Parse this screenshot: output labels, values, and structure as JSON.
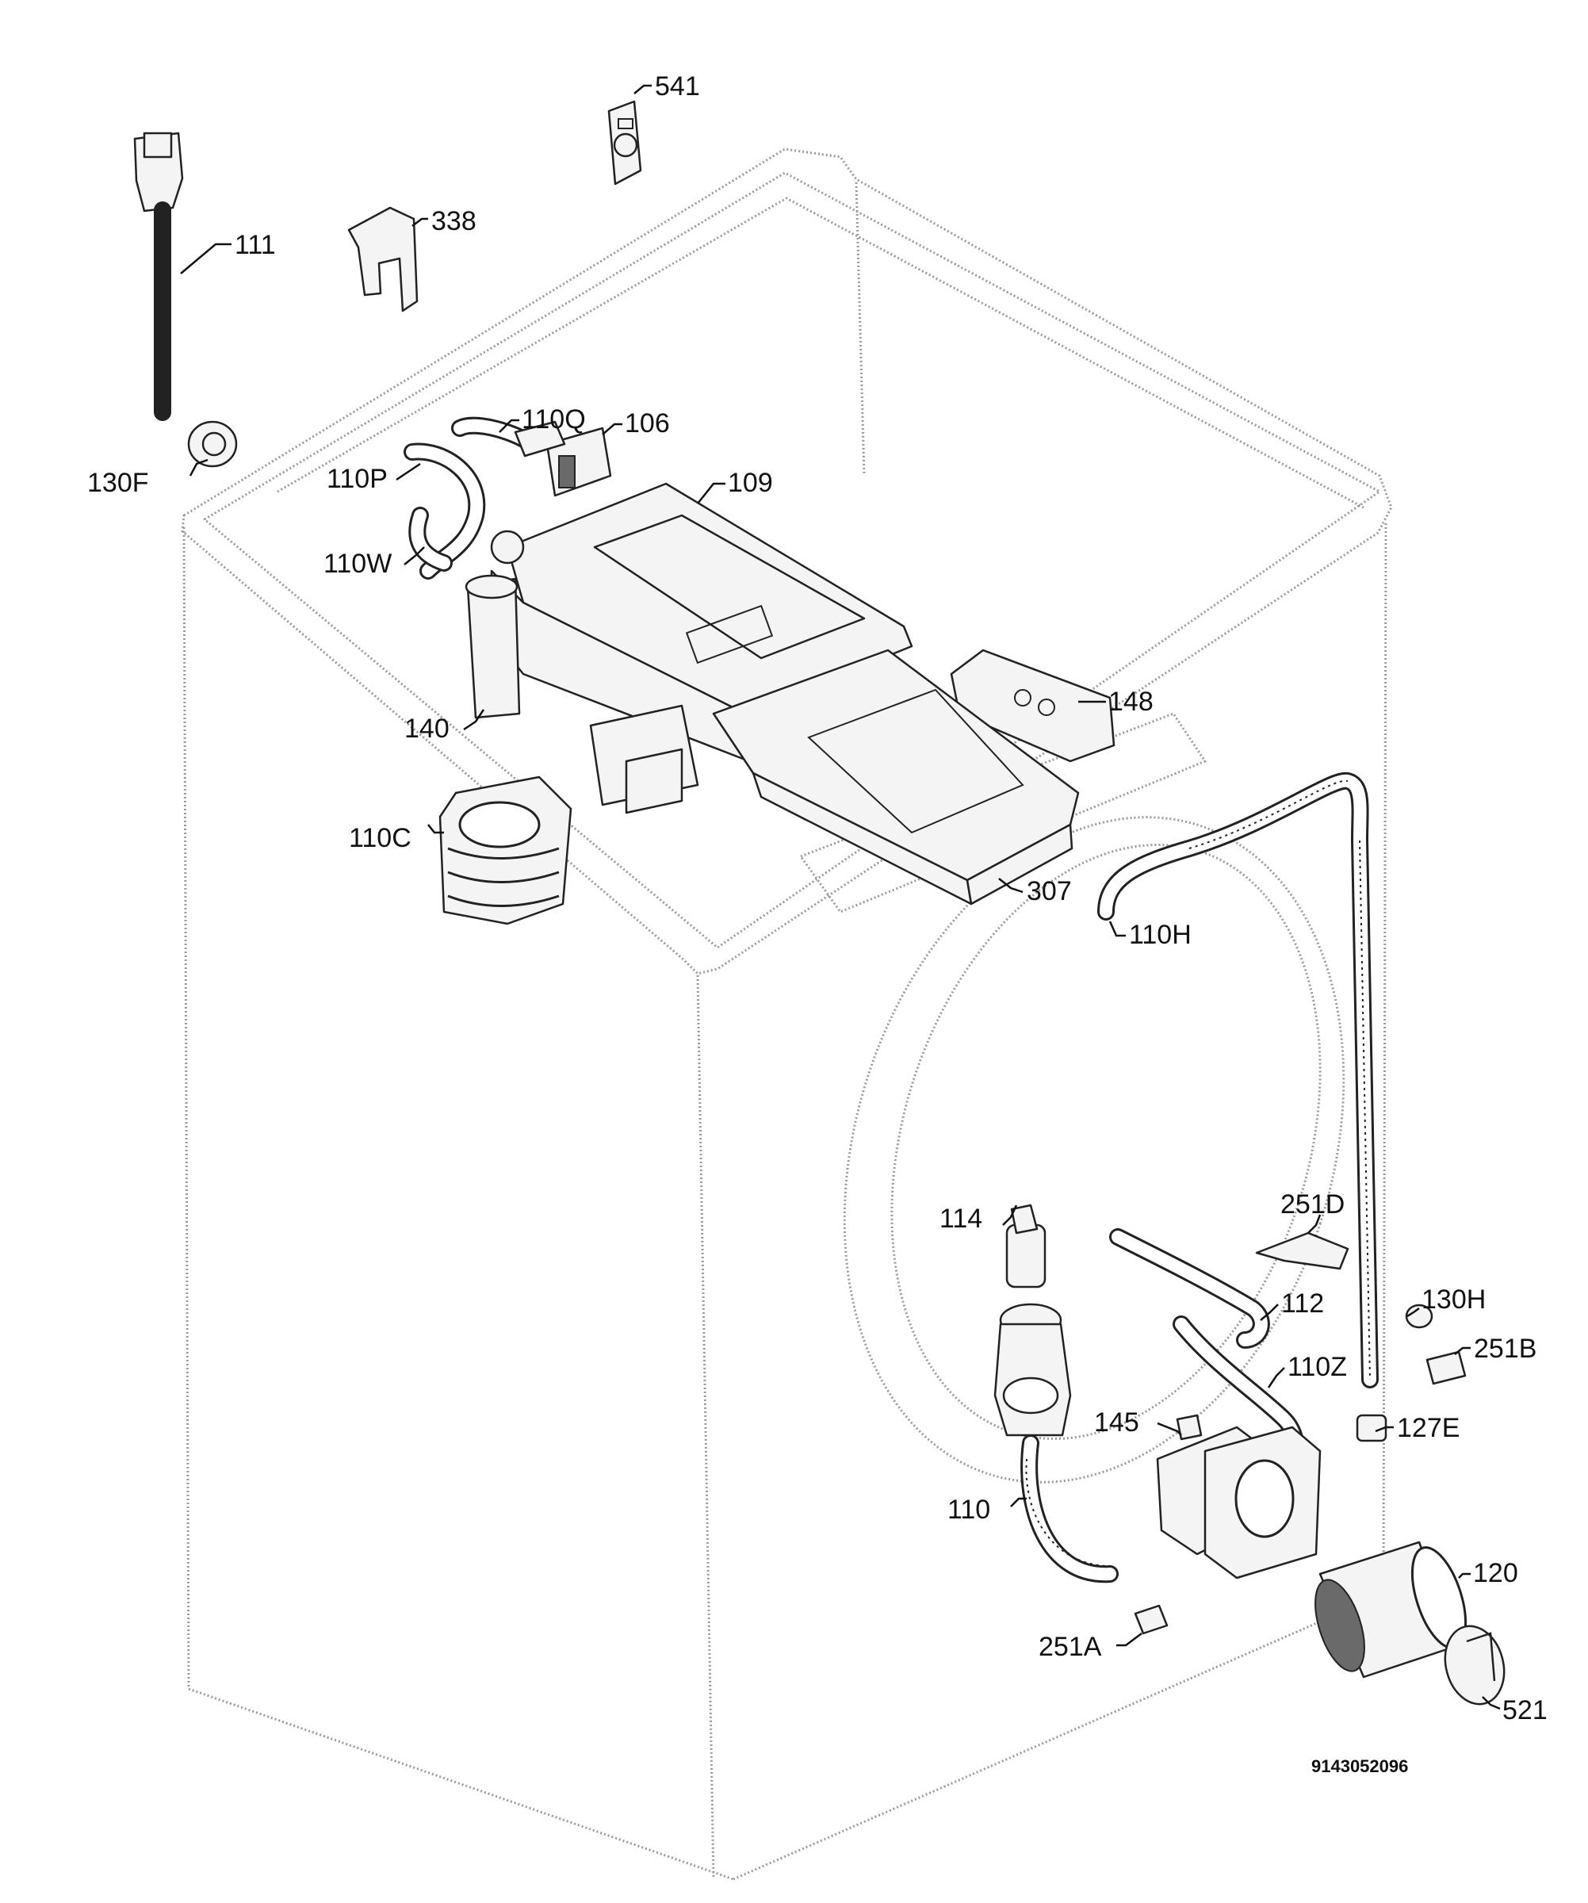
{
  "labels": {
    "p541": "541",
    "p338": "338",
    "p111": "111",
    "p130F": "130F",
    "p110Q": "110Q",
    "p106": "106",
    "p109": "109",
    "p110P": "110P",
    "p110W": "110W",
    "p140": "140",
    "p148": "148",
    "p110C": "110C",
    "p307": "307",
    "p110H": "110H",
    "p114": "114",
    "p251D": "251D",
    "p112": "112",
    "p130H": "130H",
    "p251B": "251B",
    "p110Z": "110Z",
    "p145": "145",
    "p127E": "127E",
    "p110": "110",
    "p120": "120",
    "p251A": "251A",
    "p521": "521"
  },
  "document_number": "9143052096"
}
